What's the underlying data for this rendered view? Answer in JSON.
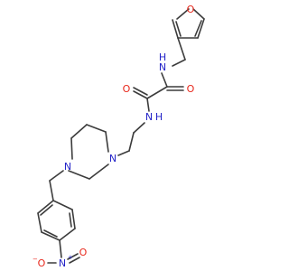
{
  "colors": {
    "bond": "#3c3c3c",
    "oxygen": "#e8281c",
    "nitrogen": "#2424c8",
    "background": "#ffffff"
  },
  "atoms": {
    "furan_o": "O",
    "amide_n1": "N",
    "amide_h1": "H",
    "carbonyl_o1": "O",
    "carbonyl_o2": "O",
    "amide_n2": "N",
    "amide_h2": "H",
    "piperazine_n1": "N",
    "piperazine_n2": "N",
    "nitro_n": "N",
    "nitro_n_charge": "+",
    "nitro_o1": "O",
    "nitro_o1_charge": "−",
    "nitro_o2": "O"
  }
}
